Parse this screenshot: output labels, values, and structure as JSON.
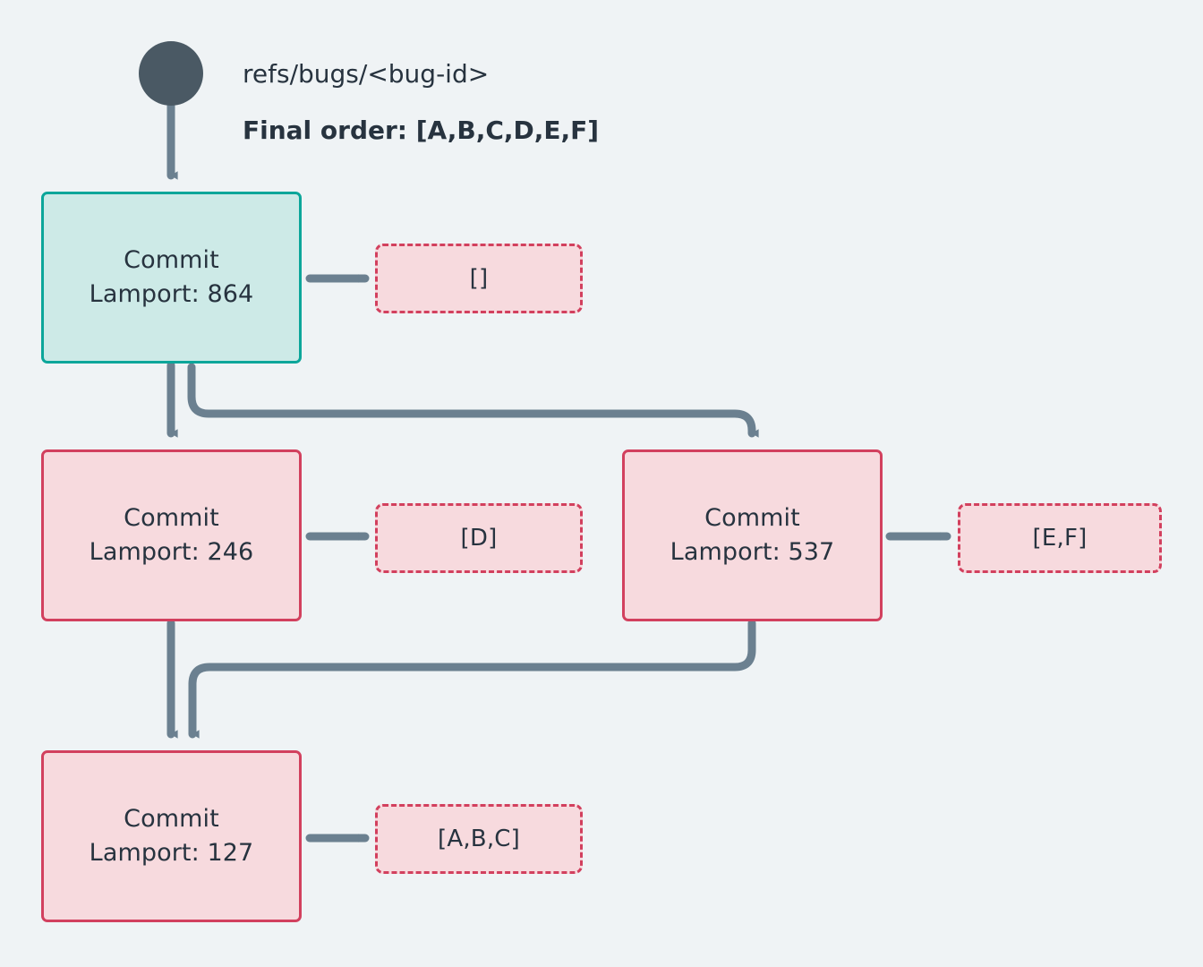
{
  "diagram": {
    "title_ref": "refs/bugs/<bug-id>",
    "final_order": "Final order: [A,B,C,D,E,F]",
    "background_color": "#eff3f5",
    "accent_teal": "#0ca69a",
    "accent_teal_fill": "#cdeae7",
    "accent_pink": "#d2405e",
    "accent_pink_fill": "#f7dade",
    "edge_color": "#6b8090",
    "root_dot_color": "#4a5964",
    "text_color": "#27333f"
  },
  "commits": [
    {
      "id": "commit-864",
      "label": "Commit",
      "lamport_label": "Lamport: 864",
      "lamport": 864,
      "style": "teal",
      "payload_label": "[]",
      "payload_items": []
    },
    {
      "id": "commit-246",
      "label": "Commit",
      "lamport_label": "Lamport: 246",
      "lamport": 246,
      "style": "pink",
      "payload_label": "[D]",
      "payload_items": [
        "D"
      ]
    },
    {
      "id": "commit-537",
      "label": "Commit",
      "lamport_label": "Lamport: 537",
      "lamport": 537,
      "style": "pink",
      "payload_label": "[E,F]",
      "payload_items": [
        "E",
        "F"
      ]
    },
    {
      "id": "commit-127",
      "label": "Commit",
      "lamport_label": "Lamport: 127",
      "lamport": 127,
      "style": "pink",
      "payload_label": "[A,B,C]",
      "payload_items": [
        "A",
        "B",
        "C"
      ]
    }
  ],
  "edges": [
    {
      "from": "root",
      "to": "commit-864"
    },
    {
      "from": "commit-864",
      "to": "commit-246"
    },
    {
      "from": "commit-864",
      "to": "commit-537"
    },
    {
      "from": "commit-246",
      "to": "commit-127"
    },
    {
      "from": "commit-537",
      "to": "commit-127"
    },
    {
      "from": "commit-864",
      "to": "payload-864"
    },
    {
      "from": "commit-246",
      "to": "payload-246"
    },
    {
      "from": "commit-537",
      "to": "payload-537"
    },
    {
      "from": "commit-127",
      "to": "payload-127"
    }
  ]
}
